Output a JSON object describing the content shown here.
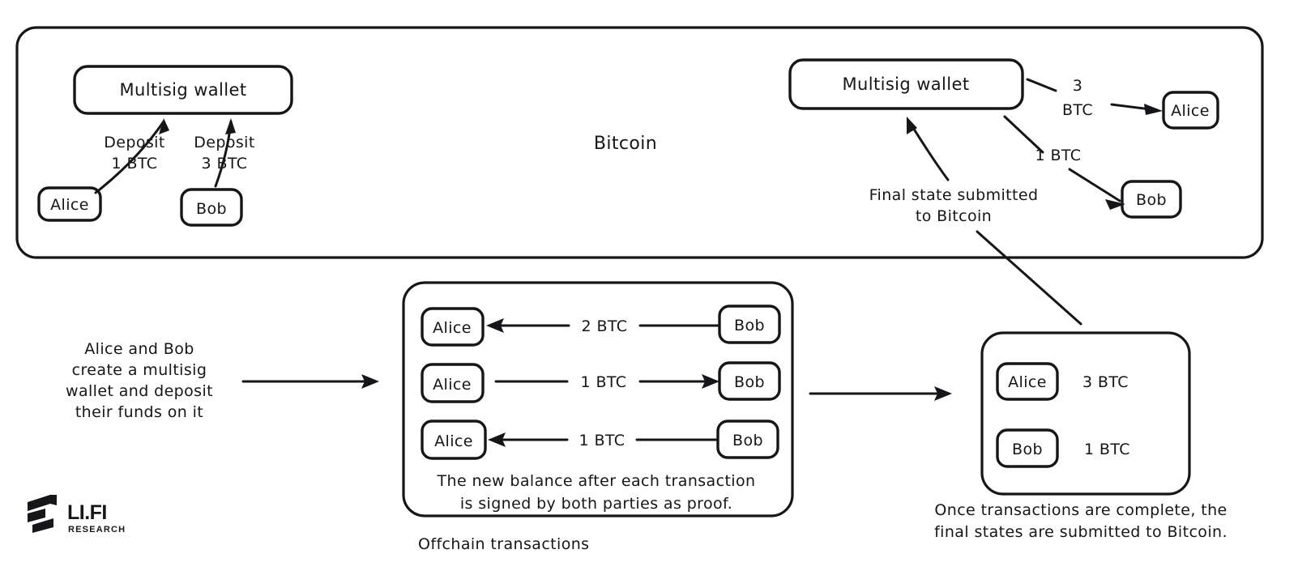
{
  "diagram": {
    "title": "Bitcoin payment channel (multisig wallet) lifecycle",
    "colors": {
      "ink": "#15161a",
      "background": "#ffffff"
    },
    "onchain_panel": {
      "label": "Bitcoin",
      "deposit_stage": {
        "wallet_label": "Multisig wallet",
        "participants": [
          {
            "name": "Alice",
            "deposit_line1": "Deposit",
            "deposit_line2": "1 BTC"
          },
          {
            "name": "Bob",
            "deposit_line1": "Deposit",
            "deposit_line2": "3 BTC"
          }
        ]
      },
      "settlement_stage": {
        "wallet_label": "Multisig wallet",
        "note_line1": "Final state submitted",
        "note_line2": "to Bitcoin",
        "payouts": [
          {
            "name": "Alice",
            "amount_line1": "3",
            "amount_line2": "BTC"
          },
          {
            "name": "Bob",
            "amount_line1": "1 BTC",
            "amount_line2": ""
          }
        ]
      }
    },
    "step_caption": {
      "line1": "Alice and Bob",
      "line2": "create a multisig",
      "line3": "wallet and deposit",
      "line4": "their funds on it"
    },
    "offchain_panel": {
      "caption": "Offchain transactions",
      "footnote_line1": "The new balance after each transaction",
      "footnote_line2": "is signed by both parties as proof.",
      "transactions": [
        {
          "from": "Bob",
          "to": "Alice",
          "amount": "2 BTC",
          "direction": "right-to-left"
        },
        {
          "from": "Alice",
          "to": "Bob",
          "amount": "1 BTC",
          "direction": "left-to-right"
        },
        {
          "from": "Bob",
          "to": "Alice",
          "amount": "1 BTC",
          "direction": "right-to-left"
        }
      ],
      "left_labels": [
        "Alice",
        "Alice",
        "Alice"
      ],
      "right_labels": [
        "Bob",
        "Bob",
        "Bob"
      ]
    },
    "final_state": {
      "balances": [
        {
          "name": "Alice",
          "amount": "3 BTC"
        },
        {
          "name": "Bob",
          "amount": "1 BTC"
        }
      ],
      "caption_line1": "Once transactions are complete, the",
      "caption_line2": "final states are submitted to Bitcoin."
    },
    "branding": {
      "wordmark": "LI.FI",
      "subtitle": "RESEARCH"
    }
  }
}
